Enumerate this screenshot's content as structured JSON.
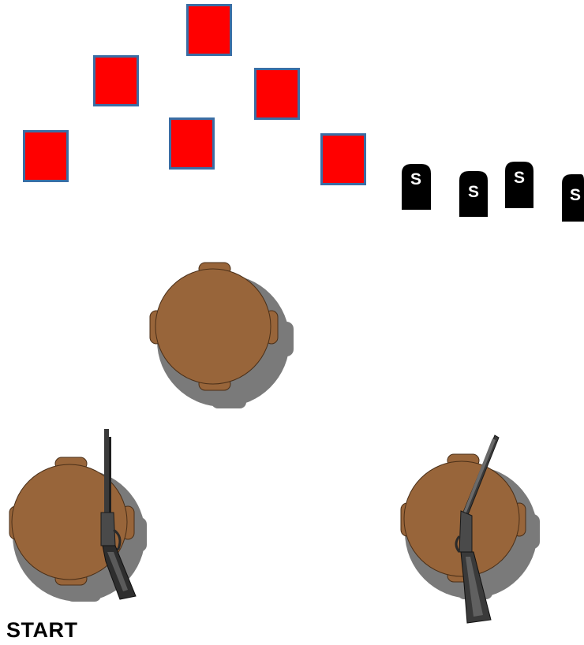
{
  "colors": {
    "target_fill": "#ff0000",
    "target_stroke": "#3a6ea5",
    "table_fill": "#98653a",
    "shadow": "#7a7a7a",
    "plate_fill": "#000000",
    "background": "#ffffff"
  },
  "targets": {
    "count": 6
  },
  "steel_plates": {
    "count": 4,
    "letter": "S"
  },
  "tables": {
    "count": 3
  },
  "props": {
    "rifle": "rifle",
    "shotgun": "shotgun"
  },
  "start_label": "START"
}
